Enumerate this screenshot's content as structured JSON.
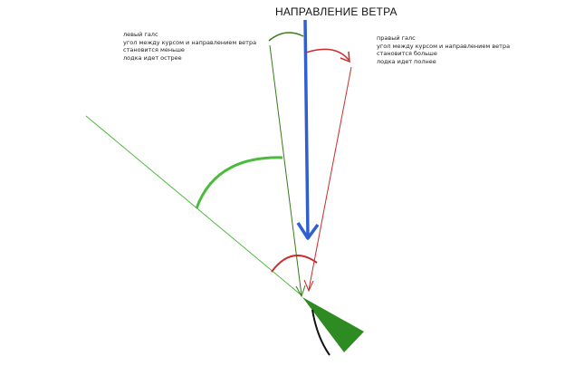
{
  "title": "НАПРАВЛЕНИЕ ВЕТРА",
  "left_note": {
    "lines": [
      "левый галс",
      "угол между курсом и направлением ветра",
      "становится меньше",
      "лодка идет острее"
    ]
  },
  "right_note": {
    "lines": [
      "правый галс",
      "угол между курсом и направлением ветра",
      "становится больше",
      "лодка идет полнее"
    ]
  },
  "colors": {
    "wind_arrow": "#2f5fd0",
    "green": "#4cba3c",
    "dark_green": "#3a7a1a",
    "red": "#cc2a2a",
    "boat": "#2e8b22",
    "rudder": "#111111"
  },
  "icons": {
    "wind": "wind-arrow-icon",
    "boat": "boat-icon"
  }
}
